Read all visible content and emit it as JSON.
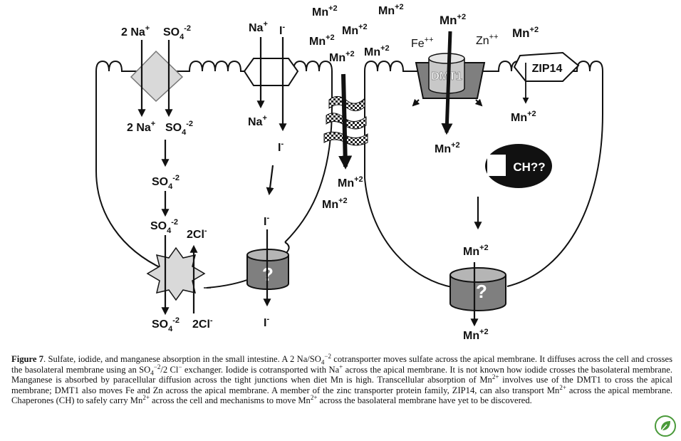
{
  "labels": {
    "na2": "2 Na",
    "plus": "+",
    "so4": "SO",
    "sub4": "4",
    "minus2": "-2",
    "na": "Na",
    "iodide": "I",
    "minus": "-",
    "mn": "Mn",
    "plus2": "+2",
    "fe": "Fe",
    "zn": "Zn",
    "plusplus": "++",
    "cl2": "2Cl",
    "dmt1": "DMT1",
    "zip14": "ZIP14",
    "ch": "CH??",
    "question": "?"
  },
  "caption": {
    "figure_label": "Figure 7",
    "p01": ". Sulfate, iodide, and manganese absorption in the small intestine. A 2 Na/SO",
    "s01": "4",
    "p02": "",
    "u01": "−2",
    "p03": " cotransporter moves sulfate across the apical membrane. It diffuses across the cell and crosses the basolateral membrane using an SO",
    "s02": "4",
    "u02": "−2",
    "p04": "/2 Cl",
    "u03": "−",
    "p05": " exchanger. Iodide is cotransported with Na",
    "u04": "+",
    "p06": " across the apical membrane. It is not known how iodide crosses the basolateral membrane. Manganese is absorbed by paracellular diffusion across the tight junctions when diet Mn is high. Transcellular absorption of Mn",
    "u05": "2+",
    "p07": " involves use of the DMT1 to cross the apical membrane; DMT1 also moves Fe and Zn across the apical membrane. A member of the zinc transporter protein family, ZIP14, can also transport Mn",
    "u06": "2+",
    "p08": " across the apical membrane. Chaperones (CH) to safely carry Mn",
    "u07": "2+",
    "p09": " across the cell and mechanisms to move Mn",
    "u08": "2+",
    "p10": " across the basolateral membrane have yet to be discovered."
  },
  "colors": {
    "ink": "#111111",
    "transporter_fill": "#d9d9d9",
    "cylinder_fill": "#7f7f7f",
    "cylinder_top": "#b5b5b5",
    "chaperone": "#111111",
    "logo_green": "#4a9a3a"
  },
  "icons": {
    "logo": "leaf-badge-icon"
  }
}
